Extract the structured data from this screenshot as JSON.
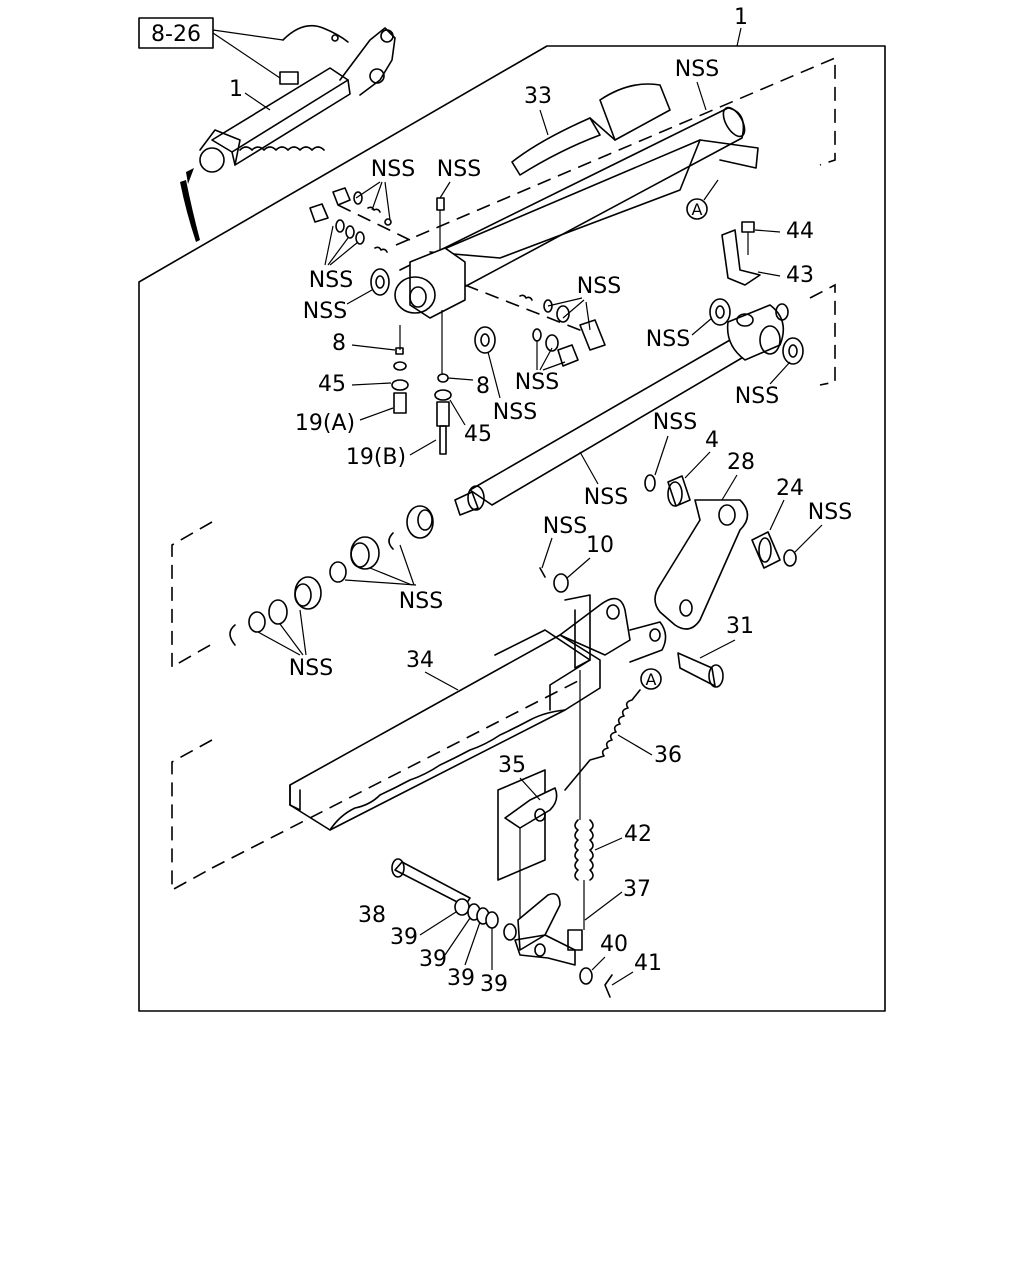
{
  "ref_box": "8-26",
  "labels": {
    "assy_top": "1",
    "assy_inset": "1",
    "nss": "NSS",
    "p33": "33",
    "p44": "44",
    "p43": "43",
    "p8": "8",
    "p45": "45",
    "p19a": "19(A)",
    "p19b": "19(B)",
    "p4": "4",
    "p28": "28",
    "p24": "24",
    "p10": "10",
    "p31": "31",
    "p34": "34",
    "p36": "36",
    "p35": "35",
    "p42": "42",
    "p37": "37",
    "p38": "38",
    "p39": "39",
    "p40": "40",
    "p41": "41",
    "ref_a": "A"
  }
}
